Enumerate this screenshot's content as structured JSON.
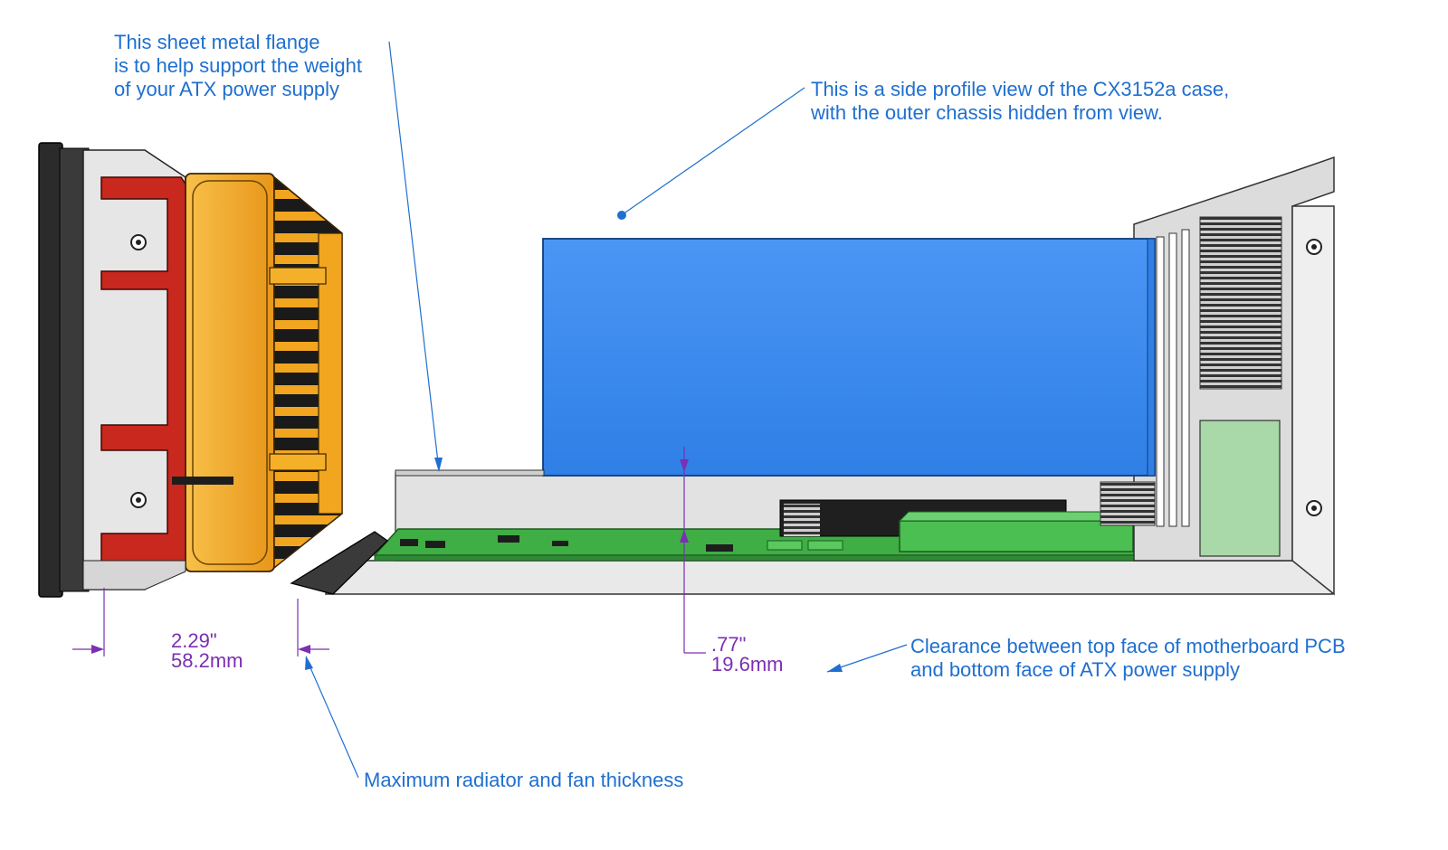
{
  "callouts": {
    "flange": [
      "This sheet metal flange",
      "is to help support the weight",
      "of your ATX power supply"
    ],
    "side_profile": [
      "This is a side profile view of the CX3152a case,",
      "with the outer chassis hidden from view."
    ],
    "clearance": [
      "Clearance between top face of motherboard PCB",
      "and bottom face of ATX power supply"
    ],
    "radiator": [
      "Maximum radiator and fan thickness"
    ]
  },
  "dimensions": {
    "radiator_inch": "2.29\"",
    "radiator_mm": "58.2mm",
    "clearance_inch": ".77\"",
    "clearance_mm": "19.6mm"
  },
  "colors": {
    "callout_text": "#1f6fd0",
    "dimension_text": "#7b2fb3",
    "psu_blue": "#3d8df0",
    "pcb_green": "#3fae44",
    "radiator_gold": "#f2a51f",
    "frame_red": "#c8281e",
    "sheet_metal": "#e4e4e4"
  }
}
